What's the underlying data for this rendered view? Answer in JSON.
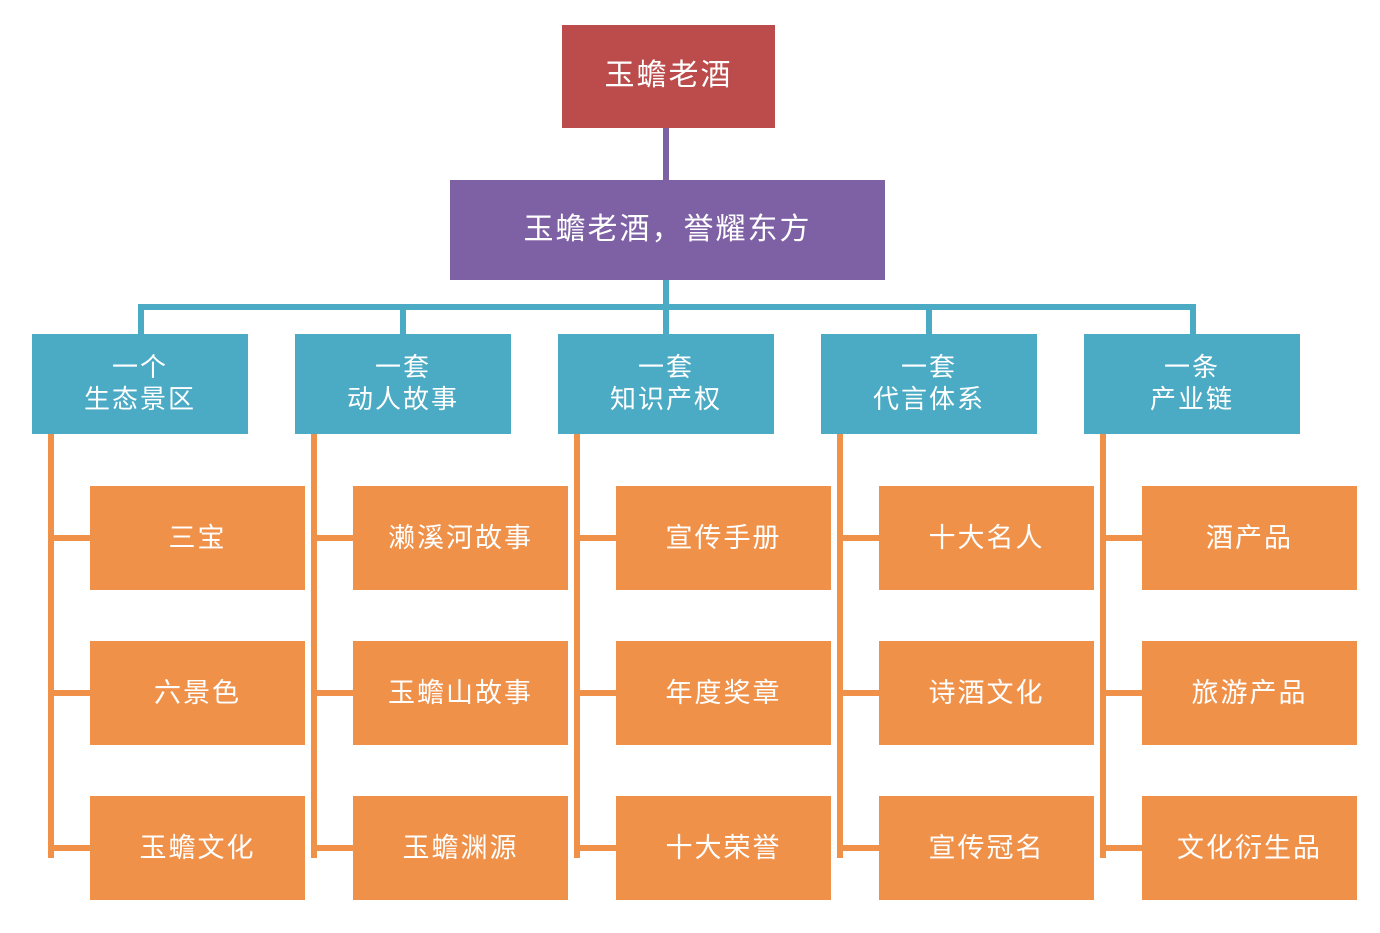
{
  "diagram": {
    "type": "organization-chart",
    "colors": {
      "root": "#bc4b4b",
      "slogan": "#7e61a5",
      "branch": "#4babc4",
      "leaf": "#f0914a",
      "background": "#ffffff",
      "text": "#ffffff"
    },
    "root": {
      "label": "玉蟾老酒"
    },
    "slogan": {
      "label": "玉蟾老酒，誉耀东方"
    },
    "branches": [
      {
        "line1": "一个",
        "line2": "生态景区",
        "leaves": [
          {
            "label": "三宝"
          },
          {
            "label": "六景色"
          },
          {
            "label": "玉蟾文化"
          }
        ]
      },
      {
        "line1": "一套",
        "line2": "动人故事",
        "leaves": [
          {
            "label": "濑溪河故事"
          },
          {
            "label": "玉蟾山故事"
          },
          {
            "label": "玉蟾渊源"
          }
        ]
      },
      {
        "line1": "一套",
        "line2": "知识产权",
        "leaves": [
          {
            "label": "宣传手册"
          },
          {
            "label": "年度奖章"
          },
          {
            "label": "十大荣誉"
          }
        ]
      },
      {
        "line1": "一套",
        "line2": "代言体系",
        "leaves": [
          {
            "label": "十大名人"
          },
          {
            "label": "诗酒文化"
          },
          {
            "label": "宣传冠名"
          }
        ]
      },
      {
        "line1": "一条",
        "line2": "产业链",
        "leaves": [
          {
            "label": "酒产品"
          },
          {
            "label": "旅游产品"
          },
          {
            "label": "文化衍生品"
          }
        ]
      }
    ]
  }
}
